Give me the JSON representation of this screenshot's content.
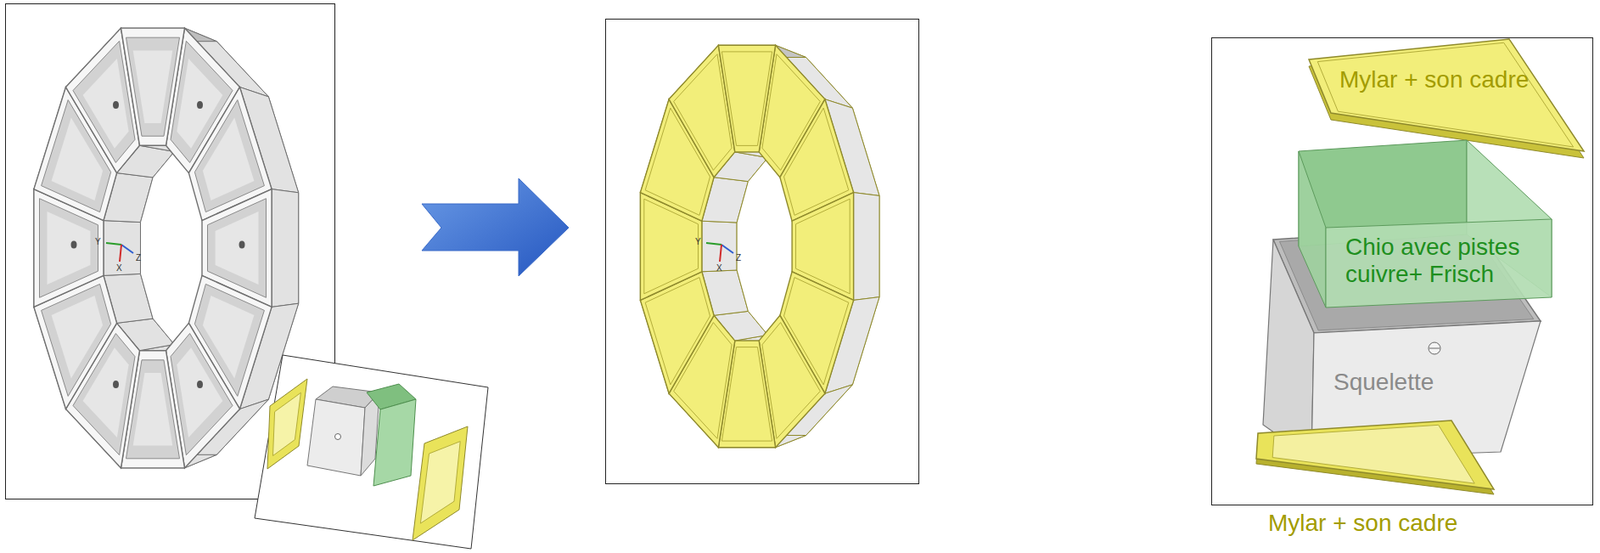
{
  "diagram": {
    "labels": [
      "Y",
      "Z",
      "X",
      "Y",
      "Z",
      "X",
      "Mylar + son cadre",
      "Chio avec pistes cuivre+ Frisch",
      "Squelette",
      "Mylar + son cadre"
    ]
  }
}
